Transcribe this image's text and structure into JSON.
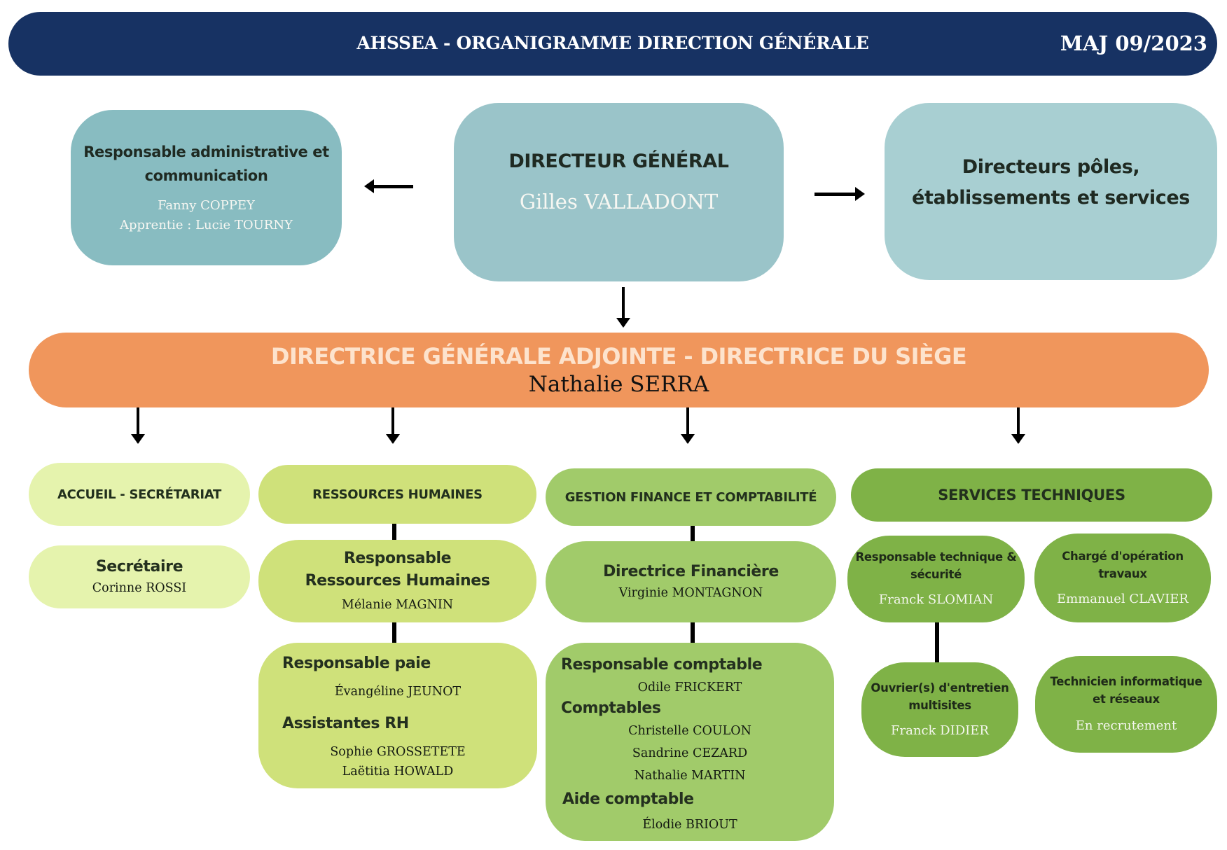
{
  "header": {
    "title": "AHSSEA - ORGANIGRAMME DIRECTION GÉNÉRALE",
    "date": "MAJ 09/2023"
  },
  "admin": {
    "role_line1": "Responsable administrative et",
    "role_line2": "communication",
    "person": "Fanny COPPEY",
    "apprentice": "Apprentie : Lucie TOURNY"
  },
  "dg": {
    "role": "DIRECTEUR GÉNÉRAL",
    "person": "Gilles VALLADONT"
  },
  "directors": {
    "line1": "Directeurs pôles,",
    "line2": "établissements et services"
  },
  "dga": {
    "role": "DIRECTRICE GÉNÉRALE ADJOINTE - DIRECTRICE DU SIÈGE",
    "person": "Nathalie SERRA"
  },
  "departments": {
    "accueil": {
      "title": "ACCUEIL - SECRÉTARIAT",
      "secretary_role": "Secrétaire",
      "secretary_person": "Corinne ROSSI"
    },
    "rh": {
      "title": "RESSOURCES HUMAINES",
      "manager_role_line1": "Responsable",
      "manager_role_line2": "Ressources Humaines",
      "manager_person": "Mélanie MAGNIN",
      "payroll_role": "Responsable paie",
      "payroll_person": "Évangéline JEUNOT",
      "assistants_role": "Assistantes RH",
      "assistants": [
        "Sophie GROSSETETE",
        "Laëtitia HOWALD"
      ]
    },
    "finance": {
      "title": "GESTION FINANCE ET COMPTABILITÉ",
      "director_role": "Directrice Financière",
      "director_person": "Virginie MONTAGNON",
      "chief_accountant_role": "Responsable comptable",
      "chief_accountant_person": "Odile FRICKERT",
      "accountants_role": "Comptables",
      "accountants": [
        "Christelle COULON",
        "Sandrine CEZARD",
        "Nathalie MARTIN"
      ],
      "assistant_role": "Aide comptable",
      "assistant_person": "Élodie BRIOUT"
    },
    "technical": {
      "title": "SERVICES TECHNIQUES",
      "tech_manager_role_line1": "Responsable technique &",
      "tech_manager_role_line2": "sécurité",
      "tech_manager_person": "Franck SLOMIAN",
      "works_role_line1": "Chargé d'opération",
      "works_role_line2": "travaux",
      "works_person": "Emmanuel CLAVIER",
      "maintenance_role_line1": "Ouvrier(s) d'entretien",
      "maintenance_role_line2": "multisites",
      "maintenance_person": "Franck DIDIER",
      "it_role_line1": "Technicien informatique",
      "it_role_line2": "et réseaux",
      "it_person": "En recrutement"
    }
  },
  "colors": {
    "header": "#173263",
    "teal_admin": "#88bcc1",
    "teal_dg": "#9ac4c9",
    "teal_directors": "#a8cfd2",
    "orange_dga": "#f0965c",
    "green_accueil": "#e5f3ad",
    "green_rh": "#cfe17a",
    "green_finance": "#a1cb6a",
    "green_technical": "#7fb247"
  }
}
